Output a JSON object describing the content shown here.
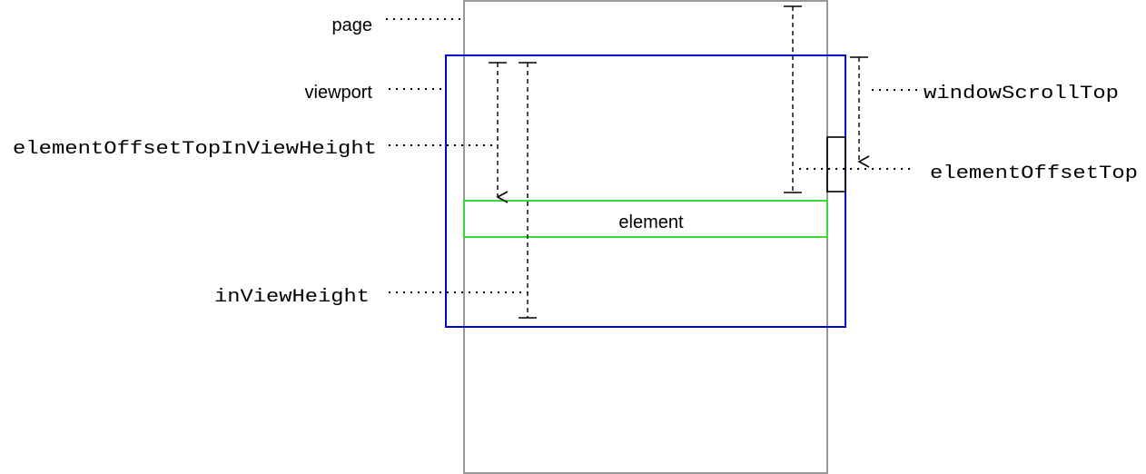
{
  "labels": {
    "page": "page",
    "viewport": "viewport",
    "element": "element",
    "window_scroll_top": "windowScrollTop",
    "element_offset_top": "elementOffsetTop",
    "element_offset_top_in_view_height": "elementOffsetTopInViewHeight",
    "in_view_height": "inViewHeight"
  },
  "colors": {
    "page_border": "#999999",
    "viewport_border": "#0000cc",
    "element_border": "#33dd33",
    "scrollbar_thumb_border": "#000000",
    "line": "#000000"
  }
}
